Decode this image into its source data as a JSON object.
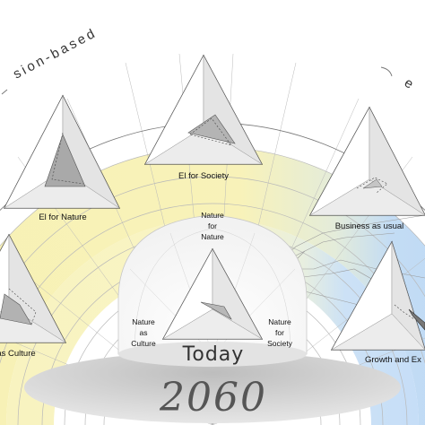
{
  "arc": {
    "left_title": "sion-based",
    "right_title": "e"
  },
  "scenarios": {
    "el_for_nature": "El for Nature",
    "el_for_society": "El for Society",
    "business_as_usual": "Business as usual",
    "nature_as_culture": "as Culture",
    "growth": "Growth and Ex"
  },
  "center": {
    "top_label": [
      "Nature",
      "for",
      "Nature"
    ],
    "left_label": [
      "Nature",
      "as",
      "Culture"
    ],
    "right_label": [
      "Nature",
      "for",
      "Society"
    ]
  },
  "time": {
    "today": "Today",
    "future_year": "2060"
  },
  "colors": {
    "yellow_band": "#f7f1b5",
    "blue_band": "#bcd8f6",
    "grid_line": "#b9b9b9",
    "triangle_face": "#f4f4f4"
  }
}
